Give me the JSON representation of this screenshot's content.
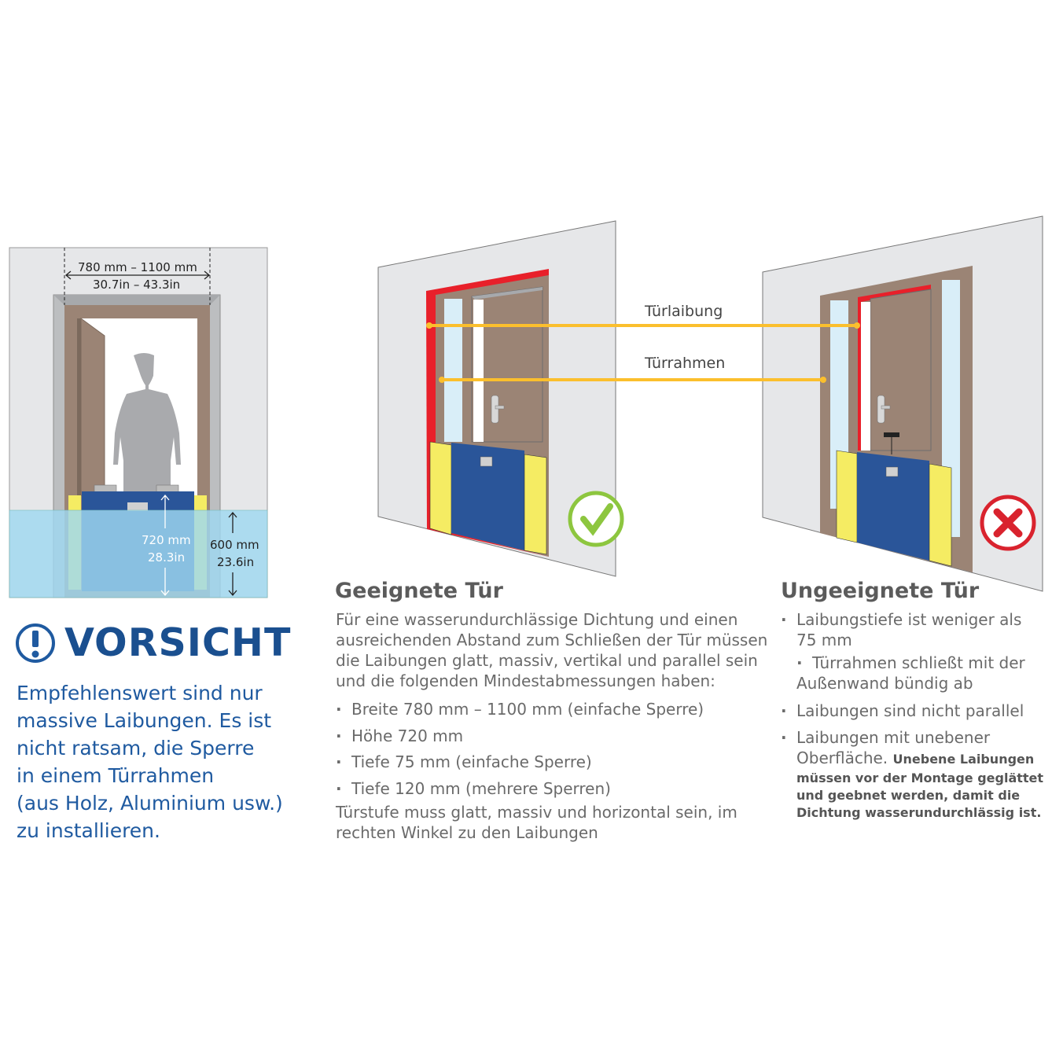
{
  "diagram_left": {
    "width_mm": "780 mm – 1100 mm",
    "width_in": "30.7in – 43.3in",
    "barrier_height_mm": "720 mm",
    "barrier_height_in": "28.3in",
    "water_height_mm": "600 mm",
    "water_height_in": "23.6in"
  },
  "diagram_right": {
    "label_reveal": "Türlaibung",
    "label_frame": "Türrahmen"
  },
  "caution": {
    "title": "VORSICHT",
    "lines": [
      "Empfehlenswert sind nur",
      "massive Laibungen. Es ist",
      "nicht ratsam, die Sperre",
      "in einem Türrahmen",
      "(aus Holz, Aluminium usw.)",
      "zu installieren."
    ]
  },
  "suitable": {
    "title": "Geeignete Tür",
    "intro": [
      "Für eine wasserundurchlässige Dichtung und einen",
      "ausreichenden Abstand zum Schließen der Tür müssen",
      "die Laibungen glatt, massiv, vertikal und parallel sein",
      "und die folgenden Mindestabmessungen haben:"
    ],
    "bullets": [
      "Breite 780 mm – 1100 mm (einfache Sperre)",
      "Höhe 720 mm",
      "Tiefe 75 mm (einfache Sperre)",
      "Tiefe 120 mm (mehrere Sperren)"
    ],
    "outro": [
      "Türstufe muss glatt, massiv und horizontal sein, im",
      "rechten Winkel zu den Laibungen"
    ]
  },
  "unsuitable": {
    "title": "Ungeeignete Tür",
    "b1a": "Laibungstiefe ist weniger als",
    "b1b": "75 mm",
    "b1c": "Türrahmen schließt mit der",
    "b1d": "Außenwand bündig ab",
    "b2": "Laibungen sind nicht parallel",
    "b3a": "Laibungen mit unebener",
    "b3b": "Oberfläche.",
    "b3bold": [
      "Unebene Laibungen",
      "müssen vor der Montage geglättet",
      "und geebnet werden, damit die",
      "Dichtung wasserundurchlässig ist."
    ]
  },
  "colors": {
    "blue_text": "#1f5aa0",
    "red": "#e8202a",
    "barrier_blue": "#2a5599",
    "yellow": "#f5ec63",
    "ok_green": "#8dc63f",
    "bad_red": "#d9232e"
  }
}
